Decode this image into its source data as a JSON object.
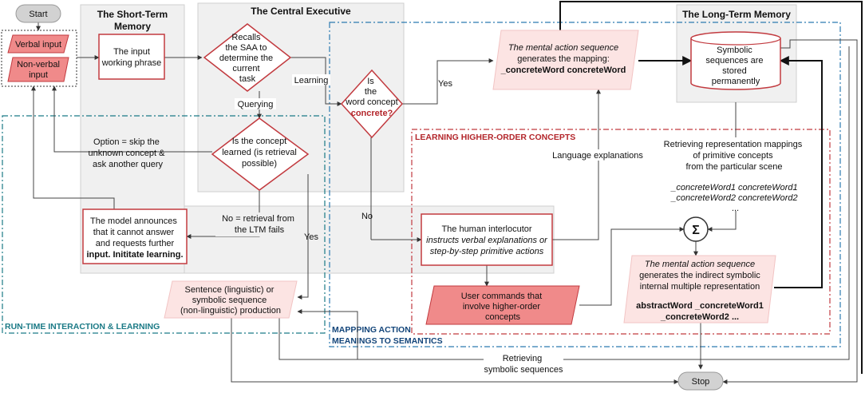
{
  "terminals": {
    "start": "Start",
    "stop": "Stop"
  },
  "inputs": {
    "verbal": "Verbal input",
    "nonverbal": [
      "Non-verbal",
      "input"
    ]
  },
  "sections": {
    "short_term": [
      "The Short-Term",
      "Memory"
    ],
    "central_exec": "The Central Executive",
    "long_term": "The Long-Term Memory",
    "runtime": "RUN-TIME INTERACTION & LEARNING",
    "mapping": [
      "MAPPPING ACTION",
      "MEANINGS TO SEMANTICS"
    ],
    "higher_order": "LEARNING HIGHER-ORDER CONCEPTS"
  },
  "nodes": {
    "input_phrase": [
      "The input",
      "working phrase"
    ],
    "recalls": [
      "Recalls",
      "the SAA to",
      "determine the",
      "current",
      "task"
    ],
    "is_concrete": [
      "Is",
      "the",
      "word concept",
      "concrete?"
    ],
    "mental_seq": [
      "The mental action sequence",
      "generates the mapping:",
      "_concreteWord concreteWord"
    ],
    "stored": [
      "Symbolic",
      "sequences are",
      "stored",
      "permanently"
    ],
    "is_learned": [
      "Is the concept",
      "learned (is retrieval",
      "possible)"
    ],
    "model_announce": [
      "The model announces",
      "that it cannot answer",
      "and requests further",
      "input. Inititate learning."
    ],
    "human": [
      "The human interlocutor",
      "instructs verbal explanations or",
      "step-by-step primitive actions"
    ],
    "user_cmds": [
      "User commands that",
      "involve higher-order",
      "concepts"
    ],
    "sentence": [
      "Sentence (linguistic) or",
      "symbolic sequence",
      "(non-linguistic) production"
    ],
    "indirect": [
      "The mental action sequence",
      "generates the indirect symbolic",
      "internal multiple representation",
      "abstractWord _concreteWord1",
      "_concreteWord2 ..."
    ],
    "sigma": "Σ"
  },
  "labels": {
    "learning": "Learning",
    "querying": "Querying",
    "yes_top": "Yes",
    "yes_bottom": "Yes",
    "no_mid": "No",
    "option": [
      "Option = skip the",
      "unknown concept &",
      "ask another query"
    ],
    "no_retrieval": [
      "No = retrieval from",
      "the LTM fails"
    ],
    "lang_expl": "Language explanations",
    "retrieving_rep": [
      "Retrieving representation mappings",
      "of primitive concepts",
      "from the particular scene"
    ],
    "concrete_words": [
      "_concreteWord1 concreteWord1",
      "_concreteWord2 concreteWord2",
      "..."
    ],
    "retrieving_sym": [
      "Retrieving",
      "symbolic sequences"
    ]
  },
  "colors": {
    "node_red": "#c23a3f",
    "pink_fill": "#fce4e3",
    "pink_strong": "#f08a8a",
    "teal": "#1b7a86",
    "blue": "#2c7ab0",
    "grey_panel": "#f0f0f0"
  }
}
